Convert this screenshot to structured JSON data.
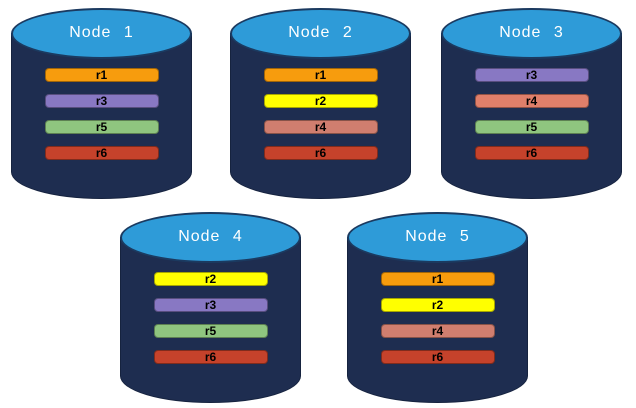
{
  "diagram": {
    "colors": {
      "background": "#FFFFFF",
      "cylinder_body": "#1E2D50",
      "cylinder_top": "#2E9BD8",
      "title_text": "#FFFFFF",
      "bar_text": "#000000"
    },
    "replica_color_legend": {
      "r1": "#F79C0D",
      "r2": "#FFFF00",
      "r3": "#8878C3",
      "r4": "#D07E6F",
      "r5": "#8FC57F",
      "r6": "#C5422B"
    },
    "nodes": [
      {
        "name": "Node 1",
        "replicas": [
          {
            "label": "r1",
            "color": "#F79C0D"
          },
          {
            "label": "r3",
            "color": "#8878C3"
          },
          {
            "label": "r5",
            "color": "#8FC57F"
          },
          {
            "label": "r6",
            "color": "#C5422B"
          }
        ]
      },
      {
        "name": "Node 2",
        "replicas": [
          {
            "label": "r1",
            "color": "#F79C0D"
          },
          {
            "label": "r2",
            "color": "#FFFF00"
          },
          {
            "label": "r4",
            "color": "#D07E6F"
          },
          {
            "label": "r6",
            "color": "#C5422B"
          }
        ]
      },
      {
        "name": "Node 3",
        "replicas": [
          {
            "label": "r3",
            "color": "#8878C3"
          },
          {
            "label": "r4",
            "color": "#E07F6A"
          },
          {
            "label": "r5",
            "color": "#8FC57F"
          },
          {
            "label": "r6",
            "color": "#C5422B"
          }
        ]
      },
      {
        "name": "Node 4",
        "replicas": [
          {
            "label": "r2",
            "color": "#FFFF00"
          },
          {
            "label": "r3",
            "color": "#8878C3"
          },
          {
            "label": "r5",
            "color": "#8FC57F"
          },
          {
            "label": "r6",
            "color": "#C5422B"
          }
        ]
      },
      {
        "name": "Node 5",
        "replicas": [
          {
            "label": "r1",
            "color": "#F79C0D"
          },
          {
            "label": "r2",
            "color": "#FFFF00"
          },
          {
            "label": "r4",
            "color": "#D07E6F"
          },
          {
            "label": "r6",
            "color": "#C5422B"
          }
        ]
      }
    ]
  }
}
